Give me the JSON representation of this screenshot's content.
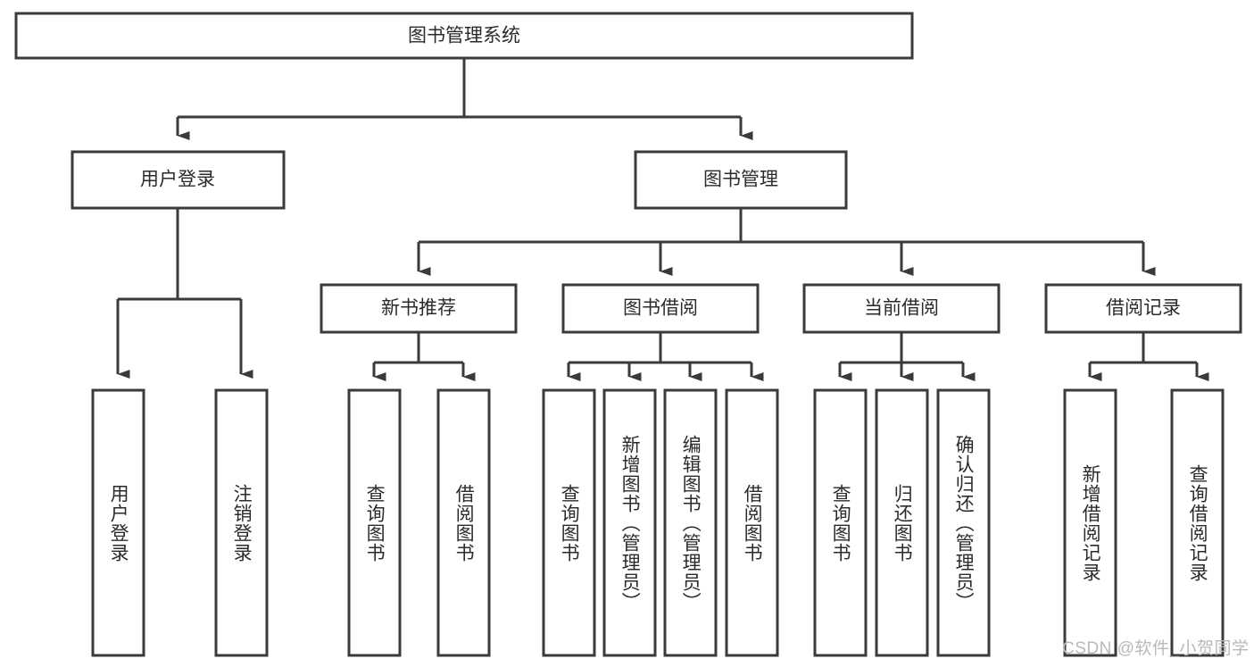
{
  "diagram": {
    "type": "tree",
    "title": "图书管理系统",
    "orientation": "top-down",
    "colors": {
      "box_stroke": "#3a3a3a",
      "box_fill": "#ffffff",
      "text": "#2b2b2b",
      "background": "#ffffff",
      "watermark": "#b9b9b9"
    },
    "nodes": {
      "root": {
        "label": "图书管理系统"
      },
      "level2": [
        {
          "label": "用户登录"
        },
        {
          "label": "图书管理"
        }
      ],
      "level3": [
        {
          "label": "新书推荐"
        },
        {
          "label": "图书借阅"
        },
        {
          "label": "当前借阅"
        },
        {
          "label": "借阅记录"
        }
      ],
      "leaves": {
        "user_login": [
          {
            "label": "用户登录"
          },
          {
            "label": "注销登录"
          }
        ],
        "new_book_recommend": [
          {
            "label": "查询图书"
          },
          {
            "label": "借阅图书"
          }
        ],
        "book_borrow": [
          {
            "label": "查询图书"
          },
          {
            "label": "新增图书（管理员）"
          },
          {
            "label": "编辑图书（管理员）"
          },
          {
            "label": "借阅图书"
          }
        ],
        "current_borrow": [
          {
            "label": "查询图书"
          },
          {
            "label": "归还图书"
          },
          {
            "label": "确认归还（管理员）"
          }
        ],
        "borrow_record": [
          {
            "label": "新增借阅记录"
          },
          {
            "label": "查询借阅记录"
          }
        ]
      }
    },
    "watermark": "CSDN @软件_小贺同学"
  }
}
